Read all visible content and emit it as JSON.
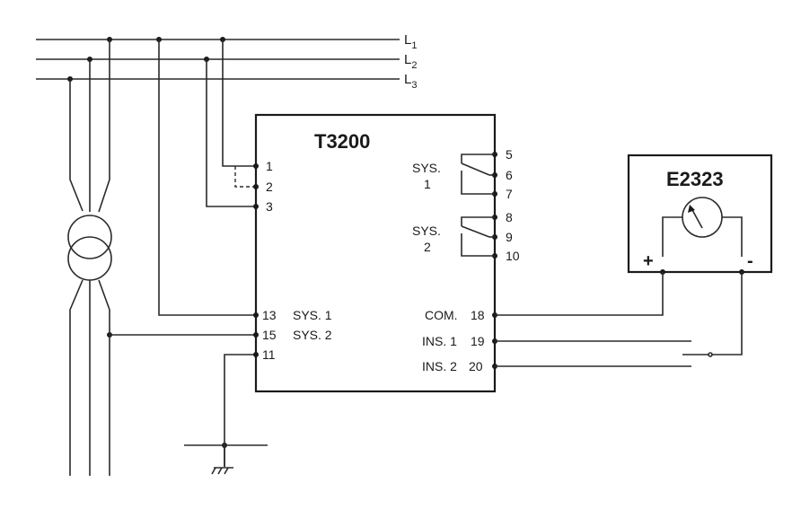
{
  "lines": {
    "l1": "L",
    "l1_sub": "1",
    "l2": "L",
    "l2_sub": "2",
    "l3": "L",
    "l3_sub": "3"
  },
  "t3200": {
    "title": "T3200",
    "terminals": {
      "t1": "1",
      "t2": "2",
      "t3": "3",
      "t5": "5",
      "t6": "6",
      "t7": "7",
      "t8": "8",
      "t9": "9",
      "t10": "10",
      "t13": "13",
      "t15": "15",
      "t11": "11",
      "t18": "18",
      "t19": "19",
      "t20": "20"
    },
    "sys1_relay": "SYS.",
    "sys1_relay_num": "1",
    "sys2_relay": "SYS.",
    "sys2_relay_num": "2",
    "sys1_input": "SYS. 1",
    "sys2_input": "SYS. 2",
    "com": "COM.",
    "ins1": "INS. 1",
    "ins2": "INS. 2"
  },
  "e2323": {
    "title": "E2323",
    "plus": "+",
    "minus": "-"
  }
}
